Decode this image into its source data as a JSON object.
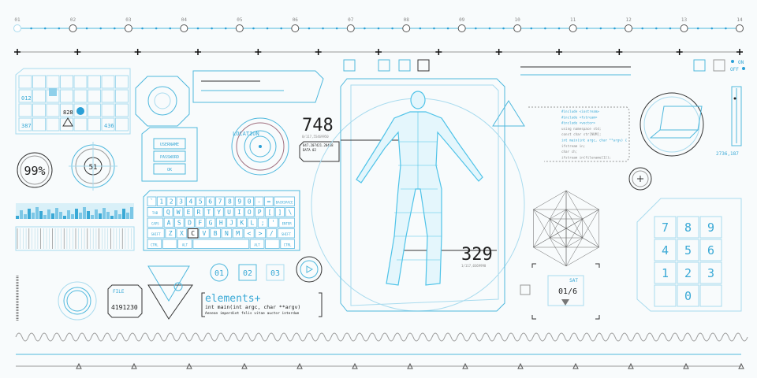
{
  "colors": {
    "accent": "#3aa9d6",
    "light": "#a9dbee",
    "ink": "#222222"
  },
  "timeline": {
    "labels": [
      "01",
      "02",
      "03",
      "04",
      "05",
      "06",
      "07",
      "08",
      "09",
      "10",
      "11",
      "12",
      "13",
      "14"
    ]
  },
  "grid_panel": {
    "values": [
      "012",
      "828",
      "387",
      "436"
    ]
  },
  "gauges": {
    "percent": "99%",
    "dial": "51"
  },
  "login": {
    "username": "USERNAME",
    "password": "PASSWORD",
    "ok": "OK"
  },
  "location": {
    "label": "LOCATION"
  },
  "readout_top": {
    "value": "748",
    "sub": "0/117,55469950",
    "line1": "047.207421.20458",
    "line2": "DATA 02"
  },
  "readout_bottom": {
    "value": "329",
    "sub": "1/117,0369990"
  },
  "keyboard": {
    "rows": [
      [
        "`",
        "1",
        "2",
        "3",
        "4",
        "5",
        "6",
        "7",
        "8",
        "9",
        "0",
        "-",
        "=",
        "BACKSPACE"
      ],
      [
        "TAB",
        "Q",
        "W",
        "E",
        "R",
        "T",
        "Y",
        "U",
        "I",
        "O",
        "P",
        "[",
        "]",
        "\\"
      ],
      [
        "CAPS",
        "A",
        "S",
        "D",
        "F",
        "G",
        "H",
        "J",
        "K",
        "L",
        ";",
        "'",
        "ENTER"
      ],
      [
        "SHIFT",
        "Z",
        "X",
        "C",
        "V",
        "B",
        "N",
        "M",
        "<",
        ">",
        "/",
        "SHIFT"
      ],
      [
        "CTRL",
        "",
        "ALT",
        "",
        "ALT",
        "",
        "CTRL"
      ]
    ],
    "highlighted": "C"
  },
  "channels": [
    "01",
    "02",
    "03"
  ],
  "code_block": {
    "title": "elements+",
    "line": "int main(int argc, char **argv)",
    "caption": "Aenean imperdiet felis vitae auctor interdum"
  },
  "file_box": {
    "label": "FILE",
    "value": "4191230"
  },
  "date_box": {
    "day": "SAT",
    "date": "01/6"
  },
  "keypad": {
    "keys": [
      "7",
      "8",
      "9",
      "4",
      "5",
      "6",
      "1",
      "2",
      "3",
      "",
      "0",
      ""
    ]
  },
  "toggle": {
    "on": "ON",
    "off": "OFF"
  },
  "code_panel": {
    "lines": [
      "#include <iostream>",
      "#include <fstream>",
      "#include <vector>",
      "using namespace std;",
      "const char str[NUM];",
      "int main(int argc, char **argv) {",
      "    ifstream in;",
      "    char ch;",
      "    ifstream in(filename[1]);"
    ]
  },
  "coord_readout": "2736,187"
}
